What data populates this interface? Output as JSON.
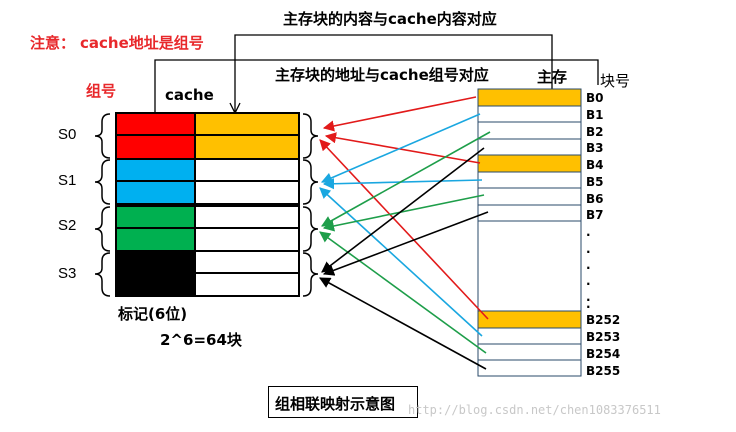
{
  "top_note": {
    "prefix": "注意：",
    "text": "cache地址是组号"
  },
  "annotation_top": "主存块的内容与cache内容对应",
  "annotation_mid": "主存块的地址与cache组号对应",
  "group_label": "组号",
  "cache_label": "cache",
  "main_memory_label": "主存",
  "block_number_label": "块号",
  "sets": [
    "S0",
    "S1",
    "S2",
    "S3"
  ],
  "tag_label": "标记(6位)",
  "tag_formula": "2^6=64块",
  "blocks_top": [
    "B0",
    "B1",
    "B2",
    "B3",
    "B4",
    "B5",
    "B6",
    "B7"
  ],
  "blocks_bottom": [
    "B252",
    "B253",
    "B254",
    "B255"
  ],
  "ellipsis_dots": [
    ".",
    ".",
    ".",
    ".",
    ".",
    "."
  ],
  "caption": "组相联映射示意图",
  "watermark": "http://blog.csdn.net/chen1083376511",
  "colors": {
    "set0": "#ff0000",
    "set1": "#00b0f0",
    "set2": "#00b050",
    "set3": "#000000",
    "content": "#ffc000",
    "label_red": "#e8282b"
  }
}
